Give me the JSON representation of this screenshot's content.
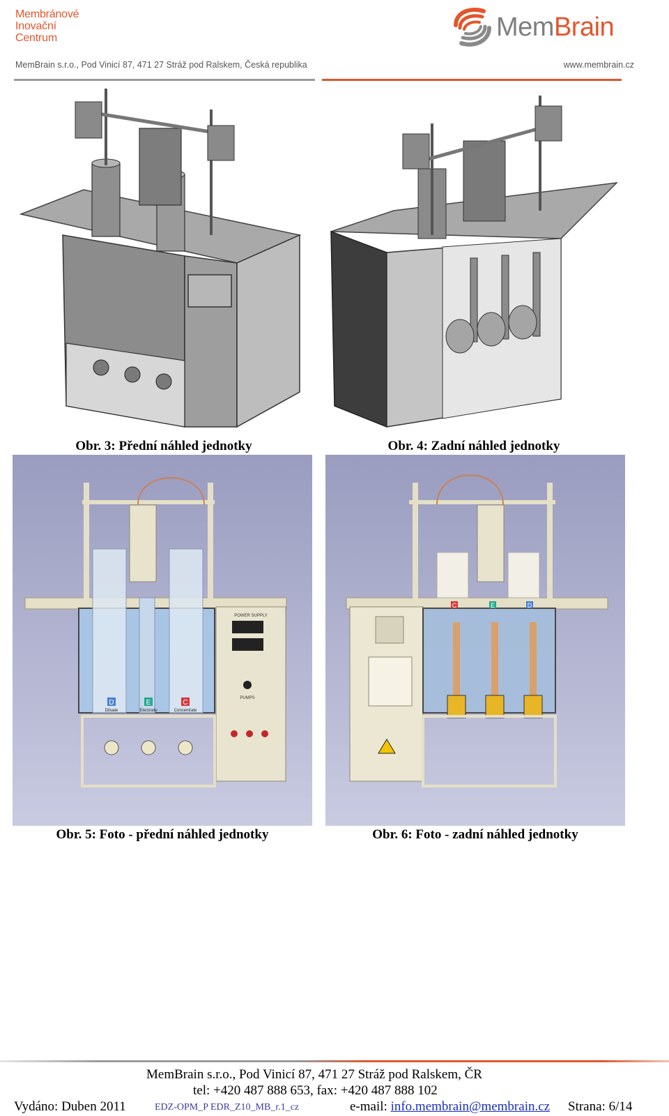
{
  "header": {
    "center_name": [
      "Membránové",
      "Inovační",
      "Centrum"
    ],
    "logo": {
      "mem": "Mem",
      "brain": "Brain"
    },
    "address": "MemBrain s.r.o., Pod Vinicí 87, 471 27 Stráž pod Ralskem, Česká republika",
    "website": "www.membrain.cz",
    "accent_color": "#e2562c"
  },
  "figures": [
    {
      "caption": "Obr. 3: Přední náhled jednotky",
      "icon": "cad-front-view-image"
    },
    {
      "caption": "Obr. 4: Zadní náhled jednotky",
      "icon": "cad-rear-view-image"
    },
    {
      "caption": "Obr. 5: Foto - přední náhled jednotky",
      "icon": "photo-front-view-image",
      "labels": [
        "D",
        "E",
        "C",
        "Diluate",
        "Electrode",
        "Concentrate",
        "POWER SUPPLY",
        "PUMPS"
      ]
    },
    {
      "caption": "Obr. 6: Foto - zadní náhled jednotky",
      "icon": "photo-rear-view-image",
      "labels": [
        "C",
        "E",
        "D"
      ]
    }
  ],
  "footer": {
    "company_line": "MemBrain s.r.o., Pod Vinicí 87, 471 27 Stráž pod Ralskem, ČR",
    "contact_line": "tel: +420 487 888 653, fax: +420 487 888 102",
    "issued": "Vydáno: Duben 2011",
    "doc_code": "EDZ-OPM_P EDR_Z10_MB_r.1_cz",
    "email_label": "e-mail:",
    "email": "info.membrain@membrain.cz",
    "page": "Strana: 6/14"
  }
}
